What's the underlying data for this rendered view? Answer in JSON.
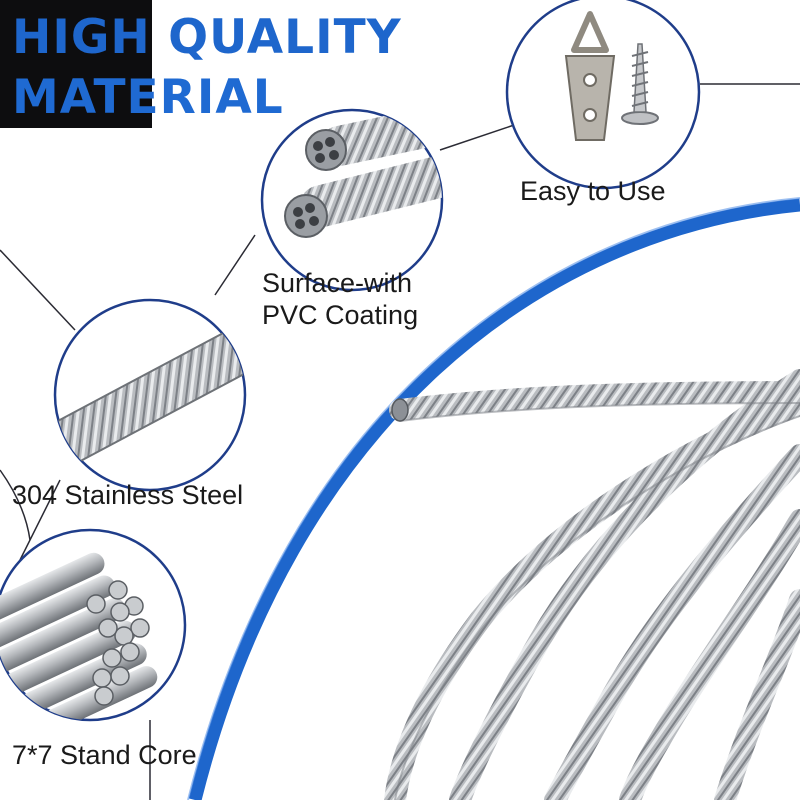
{
  "headline": {
    "line1_part1": "HIGH",
    "line1_part2": "QUALITY",
    "line2": "MATERIAL"
  },
  "features": {
    "easy": "Easy to Use",
    "surface_line1": "Surface-with",
    "surface_line2": "PVC Coating",
    "steel": "304 Stainless Steel",
    "core": "7*7 Stand Core"
  },
  "colors": {
    "accent_blue": "#1e66cc",
    "circle_outline": "#1f3d8a",
    "headline_block": "#0d0d0f",
    "steel_gray": "#a9acb1"
  },
  "icons": [
    "d-ring-hanger-icon",
    "screw-icon",
    "cable-cross-section-icon"
  ]
}
